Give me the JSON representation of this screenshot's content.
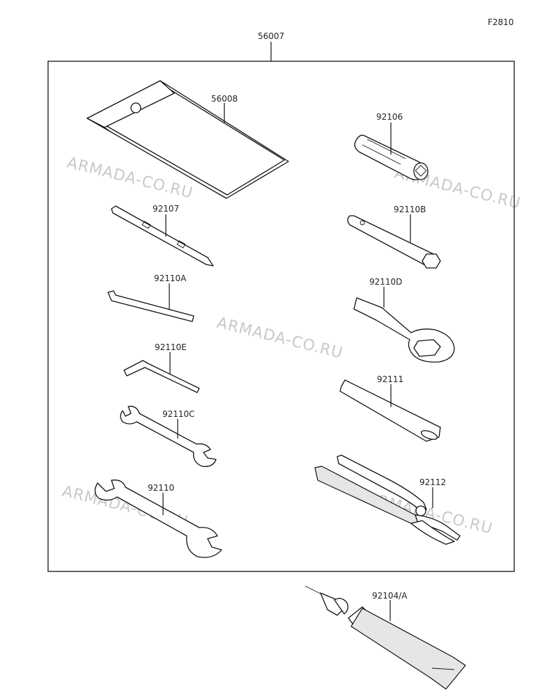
{
  "figure_code": "F2810",
  "watermark": "ARMADA-CO.RU",
  "parts": {
    "kit": "56007",
    "bag": "56008",
    "p92106": "92106",
    "p92107": "92107",
    "p92110B": "92110B",
    "p92110A": "92110A",
    "p92110D": "92110D",
    "p92110E": "92110E",
    "p92111": "92111",
    "p92110C": "92110C",
    "p92112": "92112",
    "p92110": "92110",
    "p92104": "92104/A"
  }
}
